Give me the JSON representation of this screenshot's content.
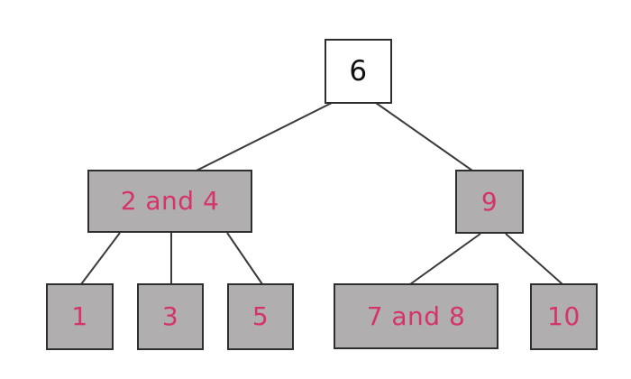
{
  "diagram": {
    "type": "tree",
    "description": "Binary-search style tree of numbers 1-10"
  },
  "nodes": {
    "root": {
      "label": "6"
    },
    "group_2_4": {
      "label": "2 and 4"
    },
    "group_9": {
      "label": "9"
    },
    "leaf_1": {
      "label": "1"
    },
    "leaf_3": {
      "label": "3"
    },
    "leaf_5": {
      "label": "5"
    },
    "group_7_8": {
      "label": "7 and 8"
    },
    "leaf_10": {
      "label": "10"
    }
  },
  "colors": {
    "canvas_bg": "#ffffff",
    "box_fill": "#b0aeae",
    "box_border": "#2e2e2e",
    "root_fill": "#ffffff",
    "root_text": "#111111",
    "label_pink": "#d5336a",
    "edge": "#3a3a3a"
  }
}
